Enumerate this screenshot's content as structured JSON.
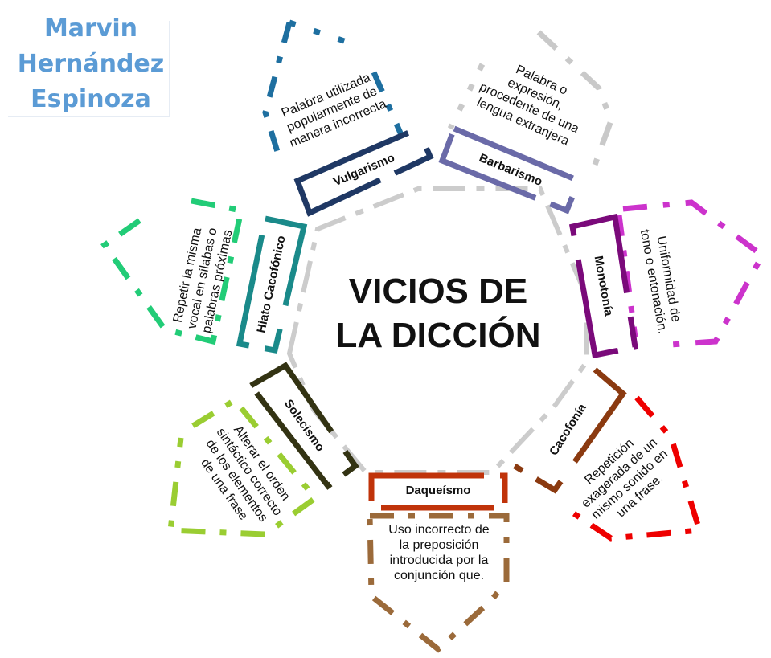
{
  "author": {
    "line1": "Marvin",
    "line2": "Hernández",
    "line3": "Espinoza"
  },
  "center": {
    "line1": "VICIOS DE",
    "line2": "LA DICCIÓN"
  },
  "items": [
    {
      "name": "Vulgarismo",
      "desc": [
        "Palabra utilizada",
        "popularmente de",
        "manera incorrecta"
      ],
      "color": "#1f3864",
      "accent": "#2e75b6"
    },
    {
      "name": "Barbarismo",
      "desc": [
        "Palabra o",
        "expresión,",
        "procedente de una",
        "lengua extranjera"
      ],
      "color": "#6a6aa8",
      "accent": "#c9c9c9"
    },
    {
      "name": "Monotonía",
      "desc": [
        "Uniformidad de",
        "tono o entonación."
      ],
      "color": "#7a0a7a",
      "accent": "#cc33cc"
    },
    {
      "name": "Cacofonía",
      "desc": [
        "Repetición",
        "exagerada de un",
        "mismo sonido en",
        "una frase."
      ],
      "color": "#8b3a10",
      "accent": "#ee0000"
    },
    {
      "name": "Daqueísmo",
      "desc": [
        "Uso incorrecto de",
        "la preposición",
        "introducida por la",
        "conjunción que."
      ],
      "color": "#c0330a",
      "accent": "#9b6a3a"
    },
    {
      "name": "Solecismo",
      "desc": [
        "Alterar el orden",
        "sintáctico correcto",
        "de los elementos",
        "de una frase"
      ],
      "color": "#333313",
      "accent": "#9acd32"
    },
    {
      "name": "Hiato Cacofónico",
      "desc": [
        "Repetir la misma",
        "vocal en sílabas o",
        "palabras próximas"
      ],
      "color": "#1a8a8a",
      "accent": "#22cc77"
    }
  ]
}
